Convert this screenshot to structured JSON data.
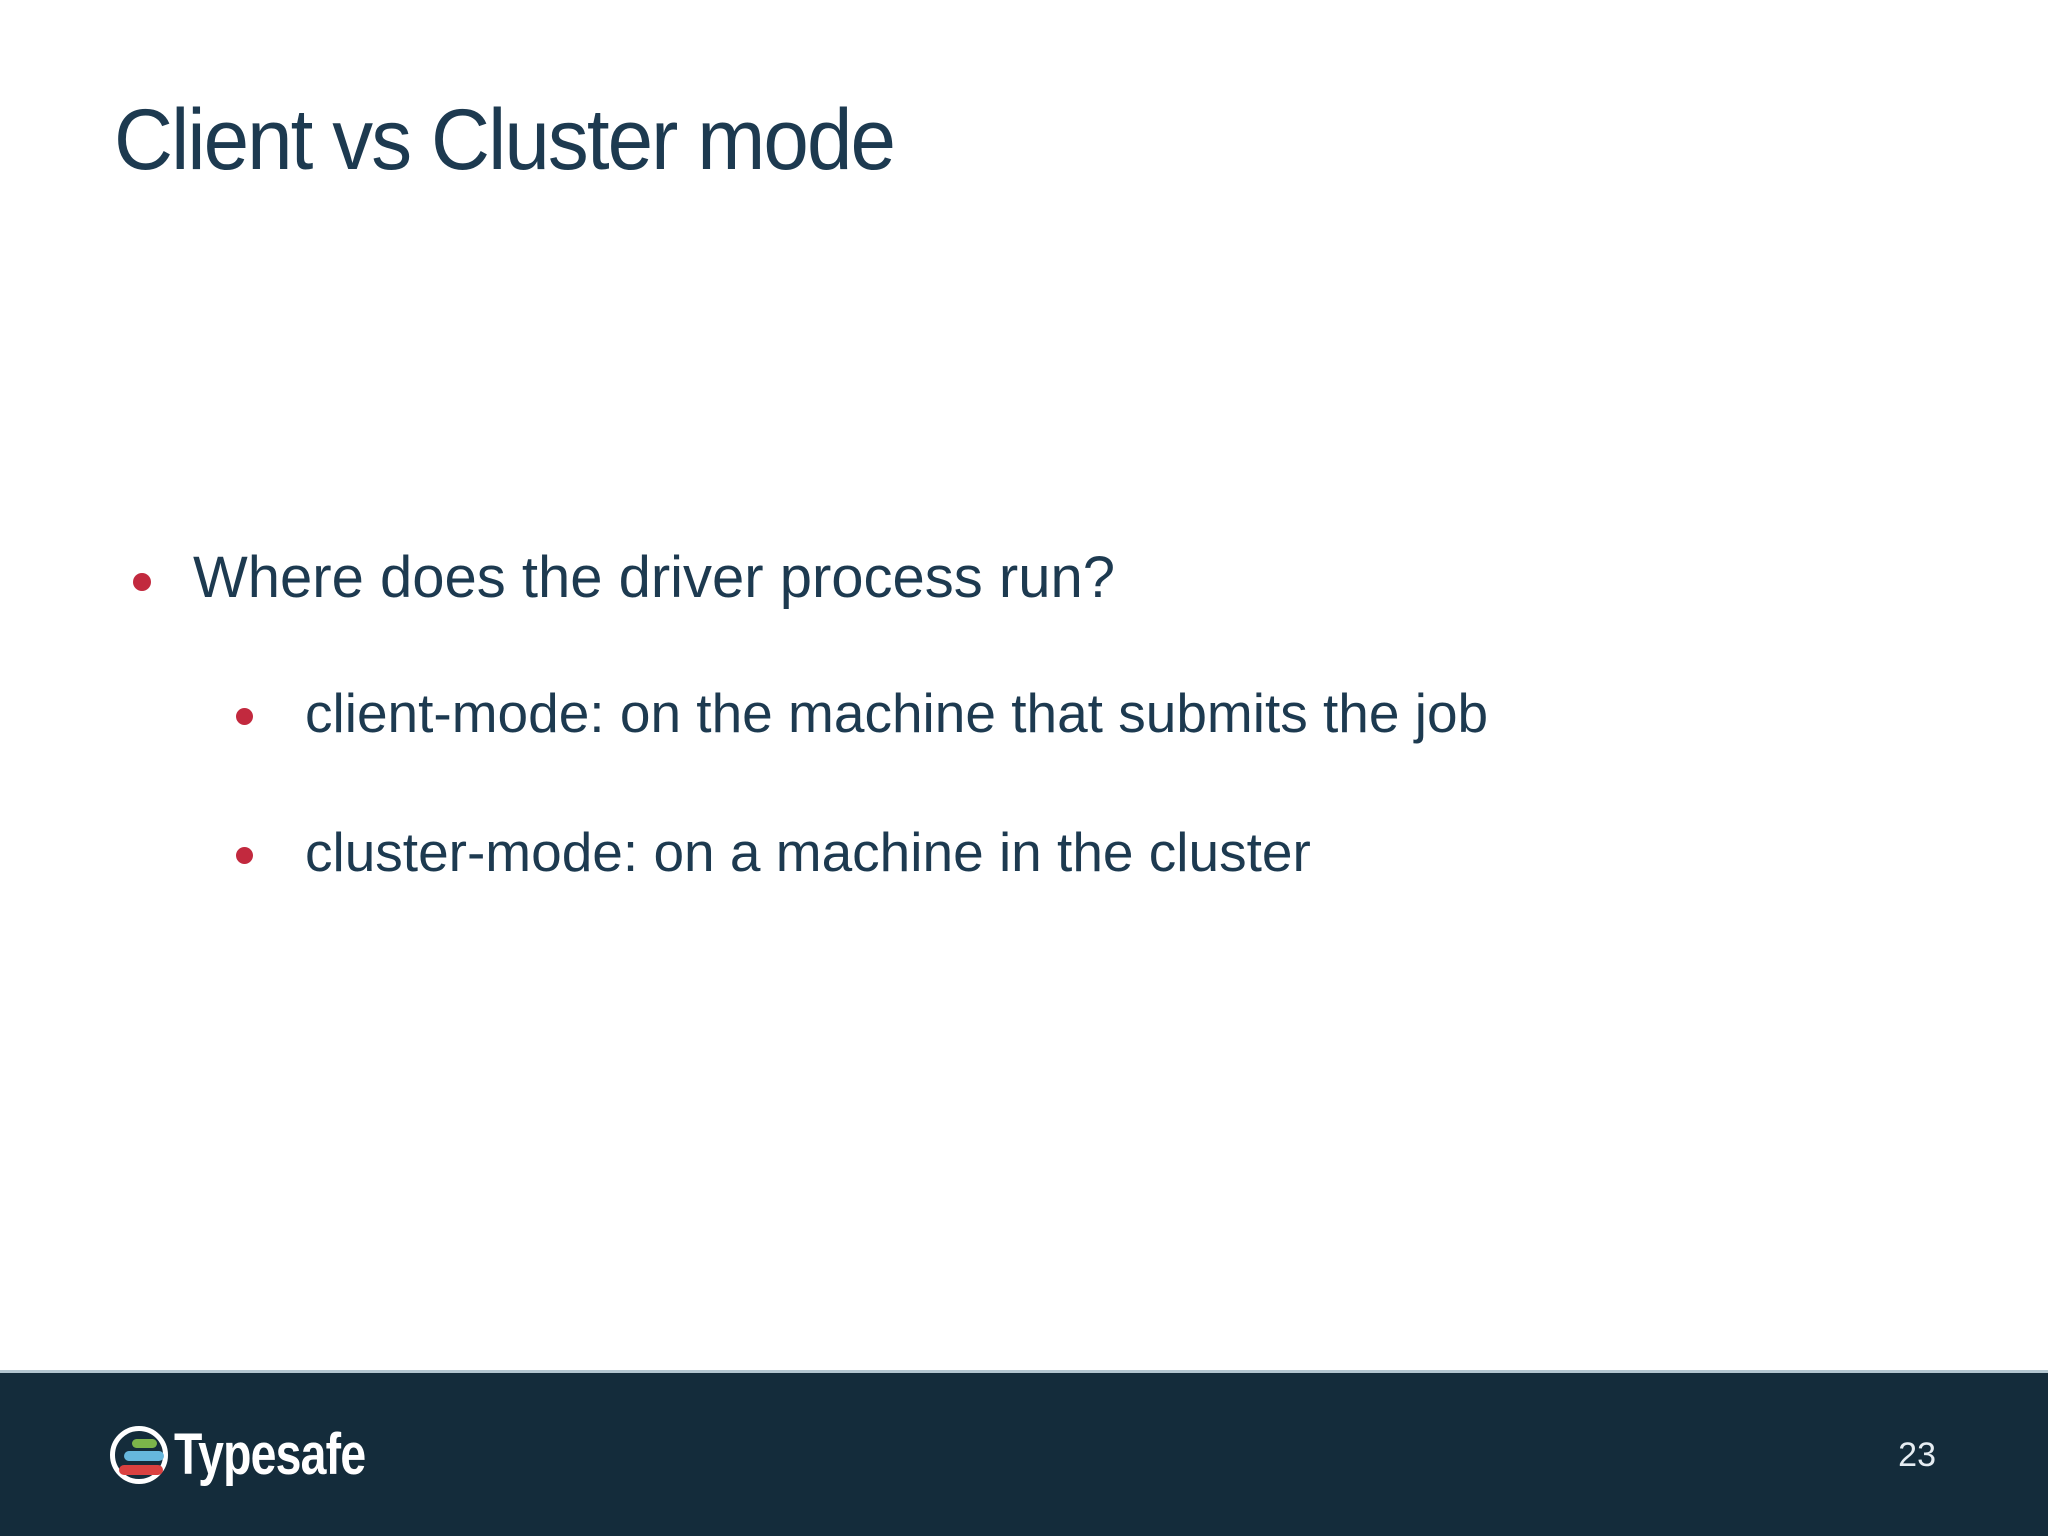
{
  "slide": {
    "title": "Client vs Cluster mode",
    "bullets": [
      {
        "level": 1,
        "text": "Where does the driver process run?"
      },
      {
        "level": 2,
        "text": "client-mode: on the machine that submits the job"
      },
      {
        "level": 2,
        "text": "cluster-mode: on a machine in the cluster"
      }
    ]
  },
  "footer": {
    "brand": "Typesafe",
    "page_number": "23"
  },
  "icons": {
    "bullet": "filled-circle",
    "logo": "typesafe-circle-with-three-bars"
  },
  "colors": {
    "background": "#ffffff",
    "text_navy": "#1d3a50",
    "bullet_red": "#c2293e",
    "footer_bg": "#142c3b",
    "footer_top_line": "#b3c6d0",
    "logo_green": "#7cb54a",
    "logo_blue": "#66b7dd",
    "logo_red": "#da4140",
    "logo_ring_white": "#ffffff",
    "page_number_color": "#e6edf2"
  }
}
